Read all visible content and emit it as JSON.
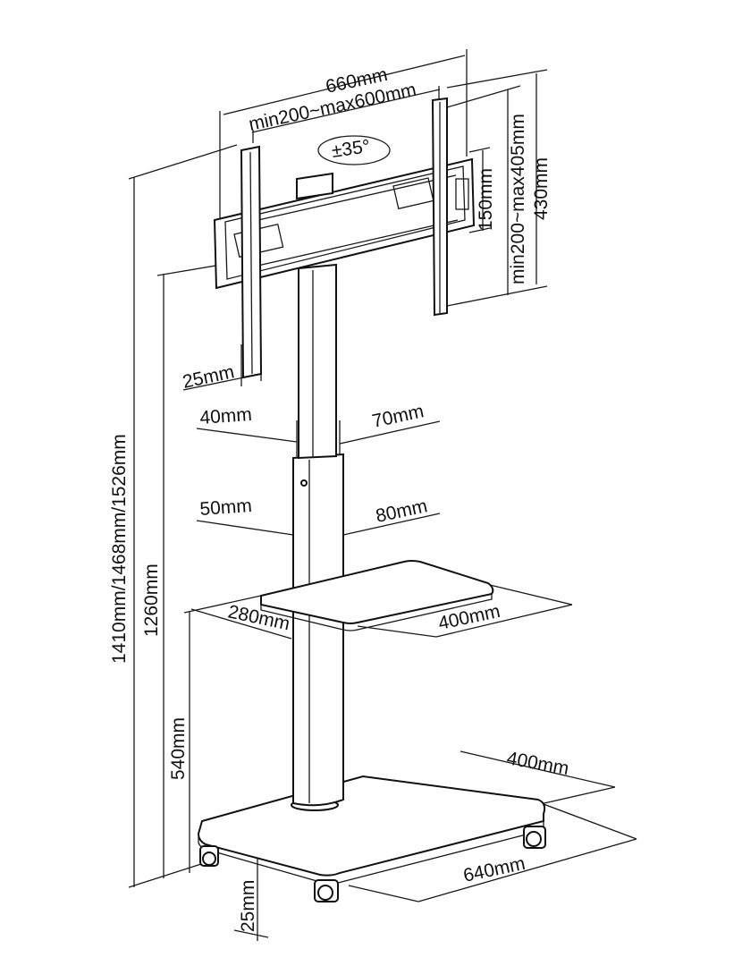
{
  "labels": {
    "width_total": "660mm",
    "vesa_width": "min200~max600mm",
    "tilt": "±35°",
    "height_total": "430mm",
    "vesa_height": "min200~max405mm",
    "bracket_offset": "150mm",
    "bracket_depth": "25mm",
    "pole_upper_left": "40mm",
    "pole_upper_right": "70mm",
    "pole_lower_left": "50mm",
    "pole_lower_right": "80mm",
    "overall_height": "1410mm/1468mm/1526mm",
    "mount_height": "1260mm",
    "shelf_depth": "280mm",
    "shelf_width": "400mm",
    "shelf_height": "540mm",
    "base_depth": "400mm",
    "base_width": "640mm",
    "base_thickness": "25mm"
  }
}
